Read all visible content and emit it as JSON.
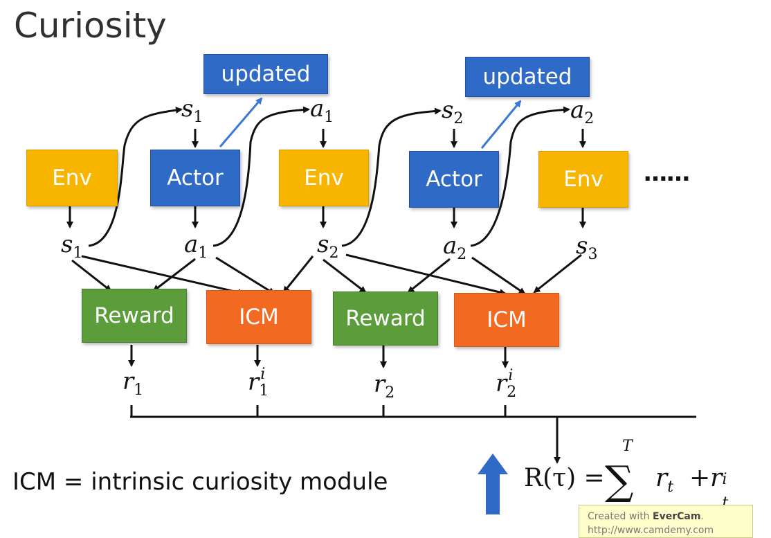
{
  "title": "Curiosity",
  "top_crop_text": "…  …  …",
  "boxes": {
    "env1": "Env",
    "actor1": "Actor",
    "env2": "Env",
    "actor2": "Actor",
    "env3": "Env",
    "updated1": "updated",
    "updated2": "updated",
    "reward1": "Reward",
    "icm1": "ICM",
    "reward2": "Reward",
    "icm2": "ICM"
  },
  "ellipsis": "……",
  "symbols": {
    "s": "s",
    "a": "a",
    "r": "r",
    "i": "i",
    "n1": "1",
    "n2": "2",
    "n3": "3"
  },
  "note": "ICM = intrinsic curiosity module",
  "formula": {
    "lhs": "R(τ) =",
    "sigma": "∑",
    "upper": "T",
    "term1": "r",
    "term1_sub": "t",
    "plus": "+r",
    "term2_sub": "t",
    "term2_sup": "i"
  },
  "watermark": {
    "line1_prefix": "Created with ",
    "line1_brand": "EverCam",
    "line1_suffix": ".",
    "line2": "http://www.camdemy.com"
  },
  "colors": {
    "env": "#f8b500",
    "actor": "#2f6bc6",
    "reward": "#5a9d3a",
    "icm": "#f26922",
    "arrow_up": "#2f6bc6"
  }
}
